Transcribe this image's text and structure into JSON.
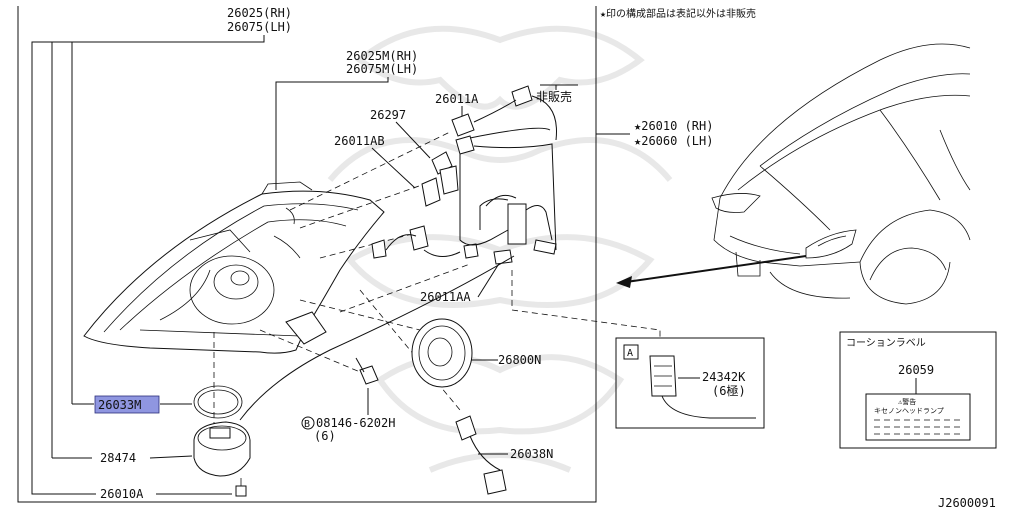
{
  "diagram_id": "J2600091",
  "top_note": "★印の構成部品は表記以外は非販売",
  "callouts": {
    "assembly_rh": "26025(RH)",
    "assembly_lh": "26075(LH)",
    "housing_rh": "26025M(RH)",
    "housing_lh": "26075M(LH)",
    "socket_a": "26011A",
    "not_sold": "非販売",
    "bulb": "26297",
    "socket_ab": "26011AB",
    "socket_aa": "26011AA",
    "headlamp_rh": "★26010 (RH)",
    "headlamp_lh": "★26060 (LH)",
    "cover": "26800N",
    "harness": "26038N",
    "seal_ring": "26033M",
    "bolt_part": "08146-6202H",
    "bolt_qty": "(6)",
    "bolt_prefix": "B",
    "ballast": "28474",
    "screw": "26010A"
  },
  "inset_a": {
    "badge": "A",
    "part": "24342K",
    "qty": "(6極)"
  },
  "caution_label_box": {
    "title": "コーションラベル",
    "part": "26059",
    "warning": "⚠警告",
    "subtext": "キセノンヘッドランプ"
  }
}
